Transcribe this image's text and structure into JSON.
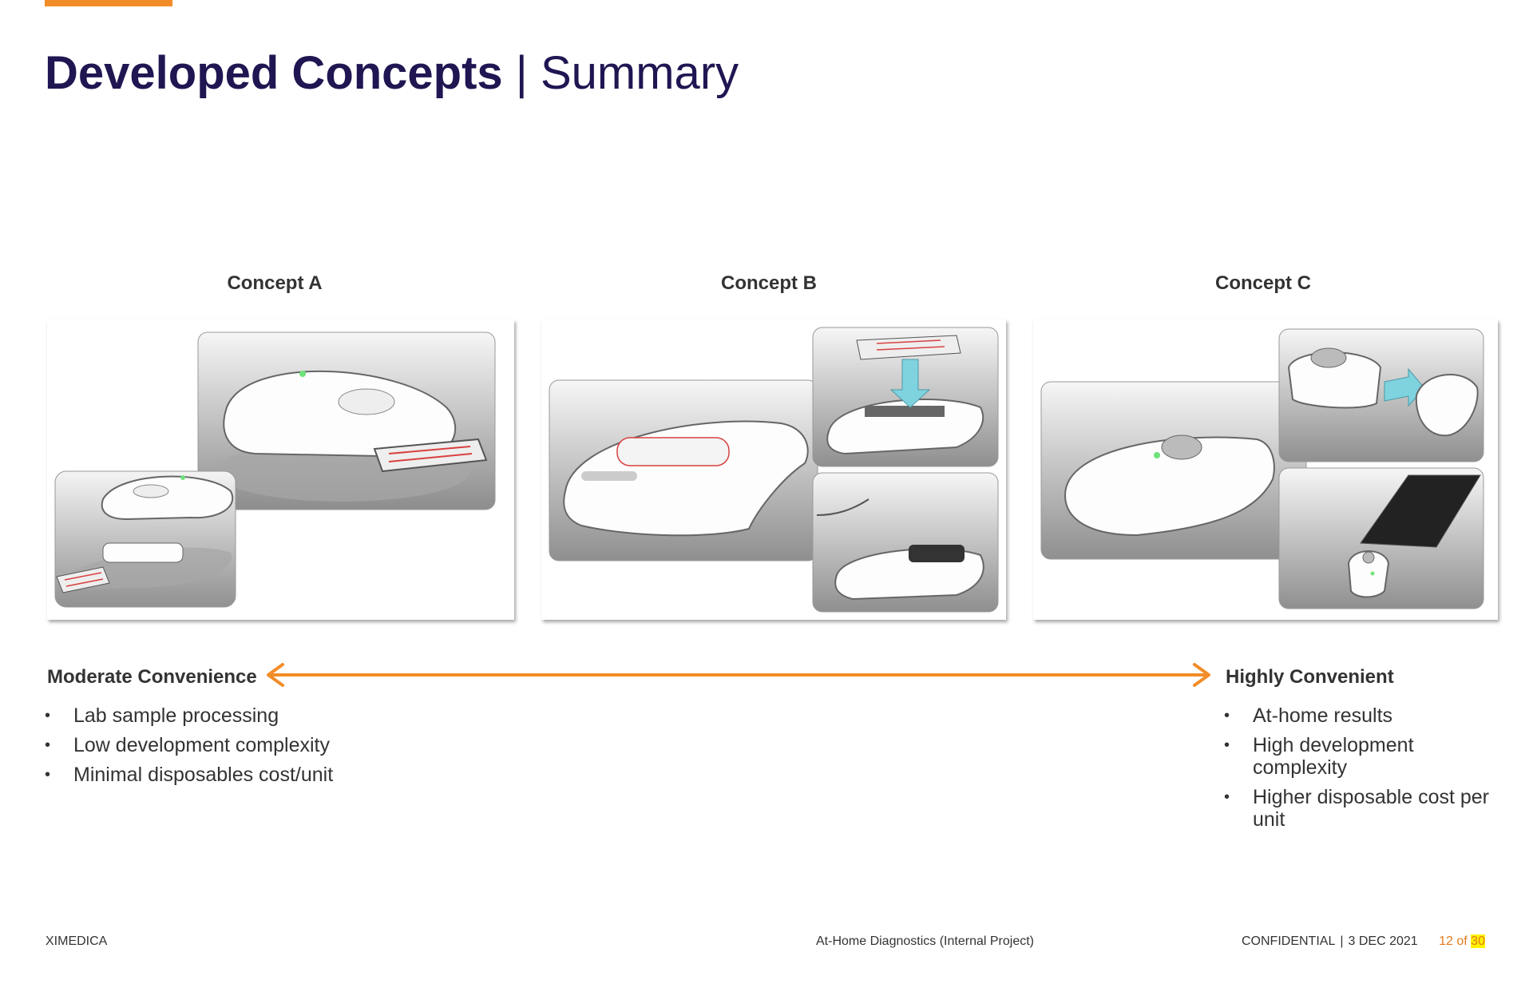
{
  "header": {
    "title_bold": "Developed Concepts",
    "title_sep": " | ",
    "title_light": "Summary"
  },
  "concepts": [
    {
      "label": "Concept A"
    },
    {
      "label": "Concept B"
    },
    {
      "label": "Concept C"
    }
  ],
  "scale": {
    "left_label": "Moderate Convenience",
    "right_label": "Highly Convenient",
    "arrow_color": "#F28C28"
  },
  "left_bullets": [
    "Lab sample processing",
    "Low development complexity",
    "Minimal disposables cost/unit"
  ],
  "right_bullets": [
    "At-home results",
    "High development complexity",
    "Higher disposable cost per unit"
  ],
  "footer": {
    "company": "XIMEDICA",
    "project": "At-Home Diagnostics (Internal Project)",
    "confidential": "CONFIDENTIAL",
    "separator": "|",
    "date": "3 DEC 2021",
    "page_current": "12 of",
    "page_total": "30"
  },
  "colors": {
    "title": "#1F1652",
    "accent": "#F28C28",
    "page_number": "#E27A1B",
    "highlight": "#FFF200",
    "indicator_led": "#6FE27A",
    "sample_trace": "#D94040"
  }
}
